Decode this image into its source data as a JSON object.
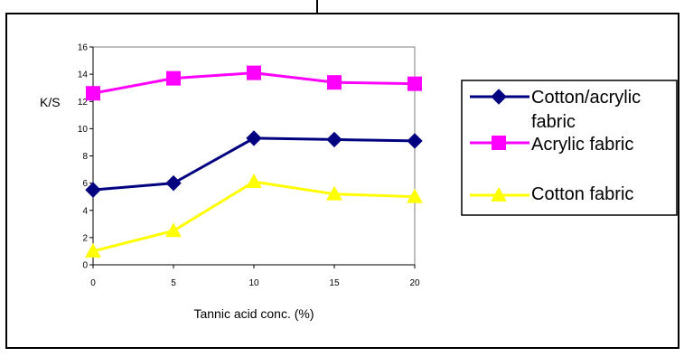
{
  "chart_data": {
    "type": "line",
    "x": [
      0,
      5,
      10,
      15,
      20
    ],
    "xlabel": "Tannic acid conc. (%)",
    "ylabel": "K/S",
    "ylim": [
      0,
      16
    ],
    "yticks": [
      0,
      2,
      4,
      6,
      8,
      10,
      12,
      14,
      16
    ],
    "xticks": [
      0,
      5,
      10,
      15,
      20
    ],
    "grid": false,
    "legend_position": "right",
    "series": [
      {
        "name": "Cotton/acrylic fabric",
        "values": [
          5.5,
          6.0,
          9.3,
          9.2,
          9.1
        ],
        "color": "#000080",
        "marker": "diamond"
      },
      {
        "name": "Acrylic fabric",
        "values": [
          12.6,
          13.7,
          14.1,
          13.4,
          13.3
        ],
        "color": "#ff00ff",
        "marker": "square"
      },
      {
        "name": "Cotton fabric",
        "values": [
          1.0,
          2.5,
          6.1,
          5.2,
          5.0
        ],
        "color": "#ffff00",
        "marker": "triangle"
      }
    ]
  }
}
